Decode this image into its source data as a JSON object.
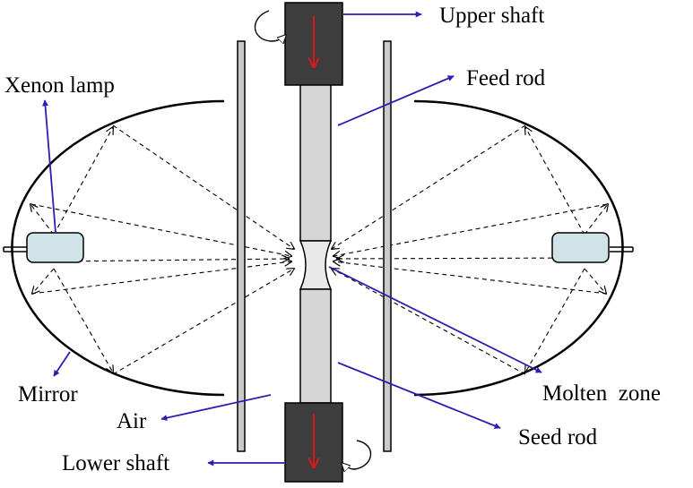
{
  "labels": {
    "upper_shaft": "Upper shaft",
    "feed_rod": "Feed rod",
    "xenon_lamp": "Xenon lamp",
    "mirror": "Mirror",
    "air": "Air",
    "lower_shaft": "Lower shaft",
    "molten_zone": "Molten  zone",
    "seed_rod": "Seed rod"
  },
  "colors": {
    "pointer": "#2a1fb0",
    "rotation_arrow": "#d81818",
    "shaft": "#3d3d3d",
    "rod": "#d6d6d6",
    "tube": "#c9c9c9",
    "lamp": "#cfe3e8",
    "ray": "#000000"
  }
}
